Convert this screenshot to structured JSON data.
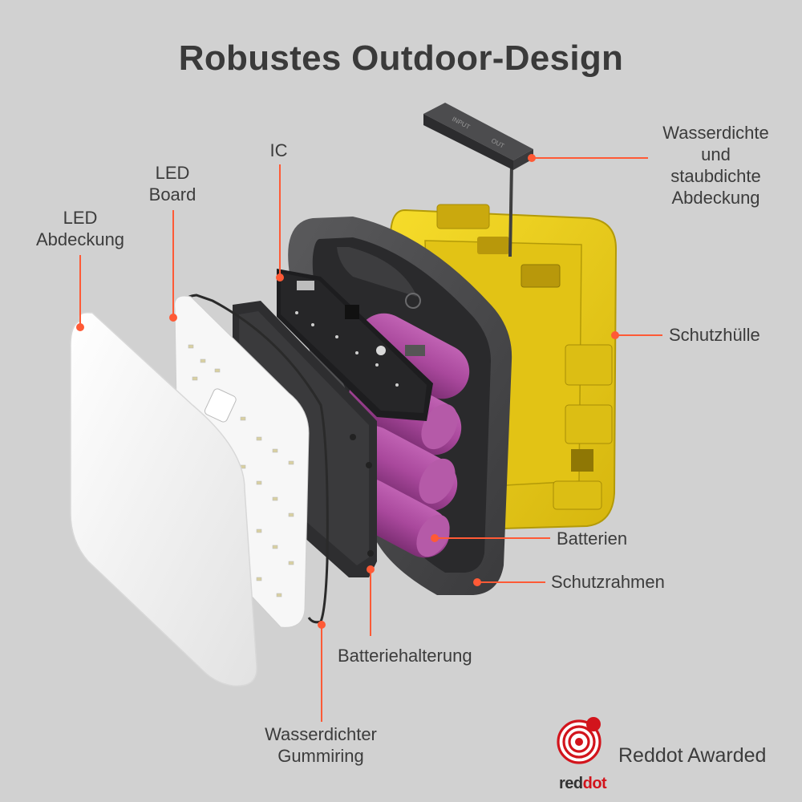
{
  "title": "Robustes Outdoor-Design",
  "colors": {
    "background": "#d1d1d1",
    "accent": "#ff5a36",
    "case_yellow": "#f0d21e",
    "frame_gray": "#4a4a4c",
    "battery_purple": "#a9489c",
    "cover_white": "#f4f4f4"
  },
  "labels": {
    "led_cover": [
      "LED",
      "Abdeckung"
    ],
    "led_board": [
      "LED",
      "Board"
    ],
    "ic": "IC",
    "waterproof_cover": [
      "Wasserdichte",
      "und",
      "staubdichte",
      "Abdeckung"
    ],
    "case": "Schutzhülle",
    "batteries": "Batterien",
    "frame": "Schutzrahmen",
    "battery_holder": "Batteriehalterung",
    "rubber_ring": [
      "Wasserdichter",
      "Gummiring"
    ]
  },
  "cap_text": {
    "input": "INPUT",
    "output": "OUT"
  },
  "award": {
    "text": "Reddot Awarded",
    "logo_red": "red",
    "logo_dot": "dot"
  }
}
